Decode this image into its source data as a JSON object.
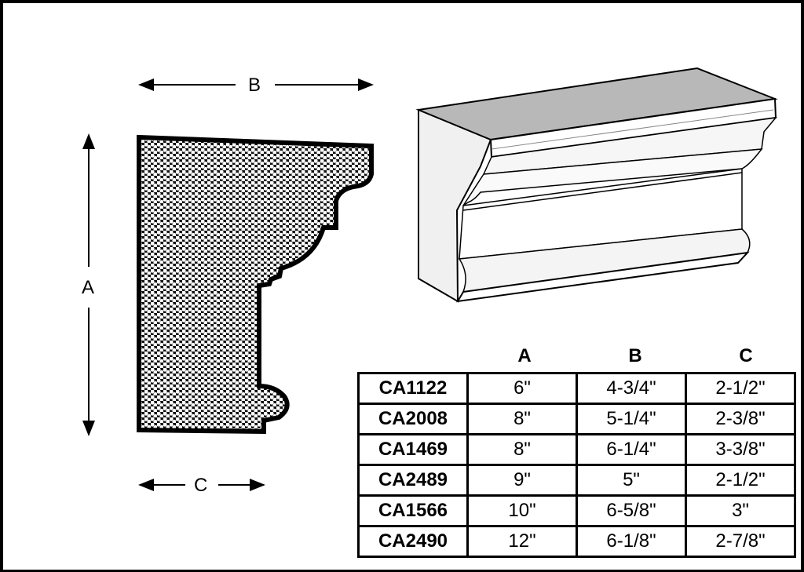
{
  "dimension_labels": {
    "a": "A",
    "b": "B",
    "c": "C"
  },
  "table": {
    "headers": [
      "A",
      "B",
      "C"
    ],
    "rows": [
      {
        "code": "CA1122",
        "a": "6\"",
        "b": "4-3/4\"",
        "c": "2-1/2\""
      },
      {
        "code": "CA2008",
        "a": "8\"",
        "b": "5-1/4\"",
        "c": "2-3/8\""
      },
      {
        "code": "CA1469",
        "a": "8\"",
        "b": "6-1/4\"",
        "c": "3-3/8\""
      },
      {
        "code": "CA2489",
        "a": "9\"",
        "b": "5\"",
        "c": "2-1/2\""
      },
      {
        "code": "CA1566",
        "a": "10\"",
        "b": "6-5/8\"",
        "c": "3\""
      },
      {
        "code": "CA2490",
        "a": "12\"",
        "b": "6-1/8\"",
        "c": "2-7/8\""
      }
    ]
  }
}
